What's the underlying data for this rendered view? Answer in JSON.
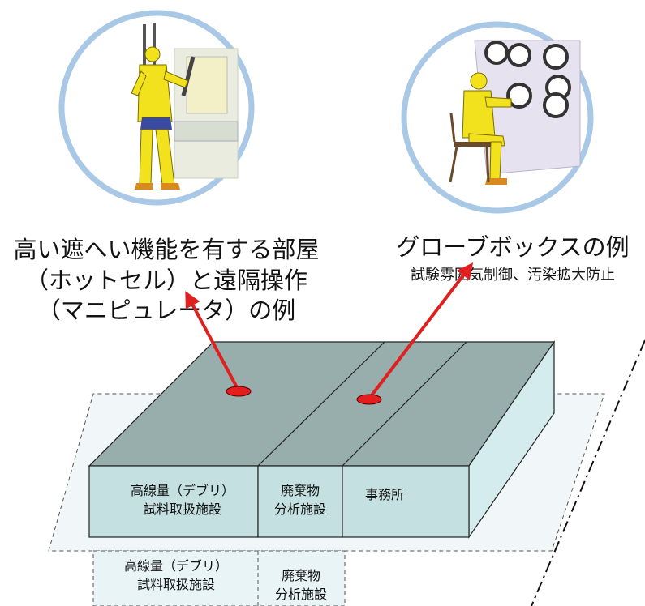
{
  "captions": {
    "hotcell": {
      "line1": "高い遮へい機能を有する部屋",
      "line2": "（ホットセル）と遠隔操作",
      "line3": "（マニピュレータ）の例"
    },
    "glovebox": {
      "title": "グローブボックスの例",
      "subtitle": "試験雰囲気制御、汚染拡大防止"
    }
  },
  "building": {
    "front": {
      "high_dose": {
        "line1": "高線量（デブリ）",
        "line2": "試料取扱施設"
      },
      "waste": {
        "line1": "廃棄物",
        "line2": "分析施設"
      },
      "office": {
        "line1": "事務所"
      }
    },
    "basement": {
      "high_dose": {
        "line1": "高線量（デブリ）",
        "line2": "試料取扱施設"
      },
      "waste": {
        "line1": "廃棄物",
        "line2": "分析施設"
      }
    }
  },
  "icons": {
    "left_circle": "worker-with-manipulator-icon",
    "right_circle": "worker-at-glovebox-icon"
  },
  "colors": {
    "roof": "#97aeac",
    "front_face": "#c4e0e1",
    "side_face": "#d4ecee",
    "circle_ring": "#a9c8e6",
    "worker_suit": "#f2e21e",
    "pointer_arrow": "#e02020",
    "marker": "#e41e1e"
  }
}
